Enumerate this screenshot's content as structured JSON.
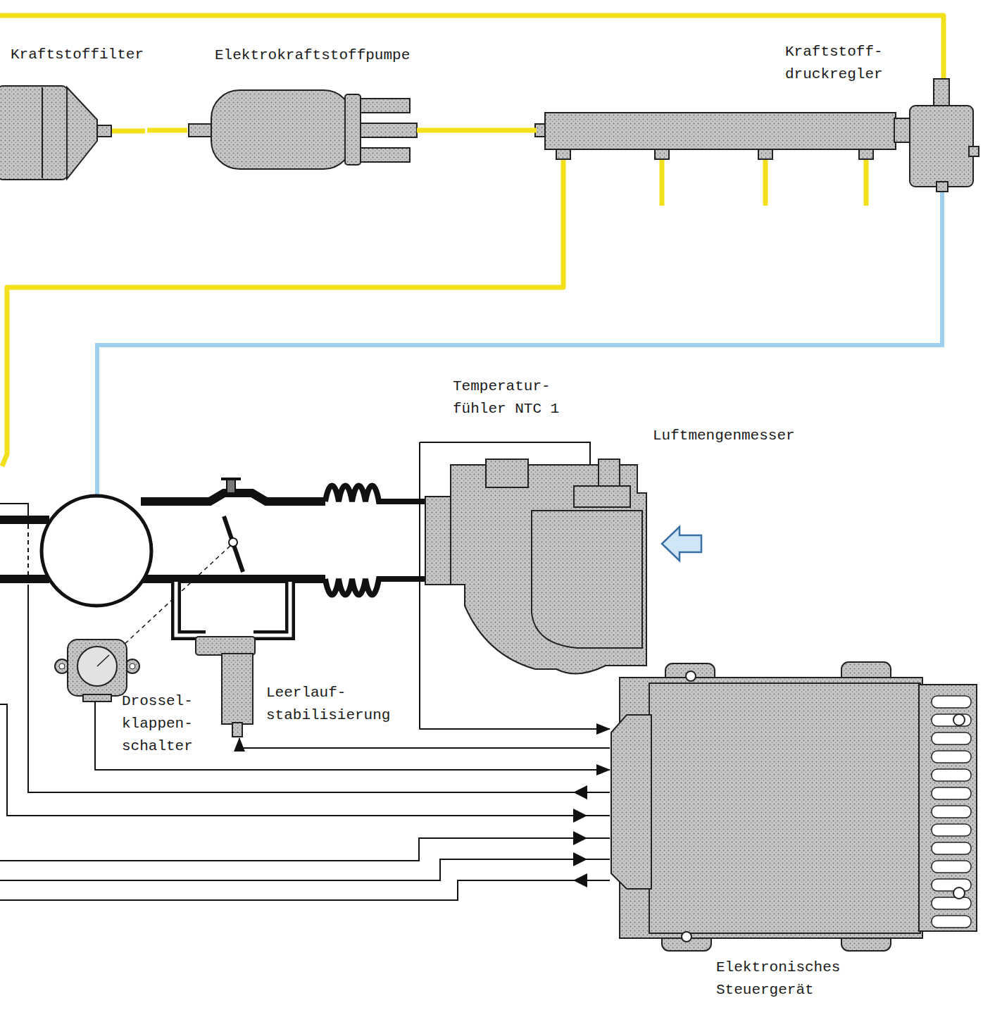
{
  "diagram": {
    "nodes": [
      {
        "text": [
          "Kraftstoffilter"
        ]
      },
      {
        "text": [
          "Elektrokraftstoffpumpe"
        ]
      },
      {
        "text": [
          "Kraftstoff- druckregler"
        ]
      },
      {
        "text": [
          "Luftmengenmesser"
        ]
      },
      {
        "text": [
          "Drossel- klappen- schalter"
        ]
      },
      {
        "text": [
          "Leerlauf- stabilisierung"
        ]
      },
      {
        "text": [
          "Elektronisches Steuergerät"
        ]
      }
    ],
    "edges": [
      {
        "from": 0,
        "to": 1,
        "arrow": "none"
      },
      {
        "from": 1,
        "to": 2,
        "arrow": "none"
      },
      {
        "from": 3,
        "to": 6,
        "arrow": "to"
      },
      {
        "from": 4,
        "to": 6,
        "arrow": "to"
      },
      {
        "from": 6,
        "to": 5,
        "arrow": "to"
      }
    ],
    "labels": [
      "Temperatur- fühler NTC 1"
    ]
  }
}
